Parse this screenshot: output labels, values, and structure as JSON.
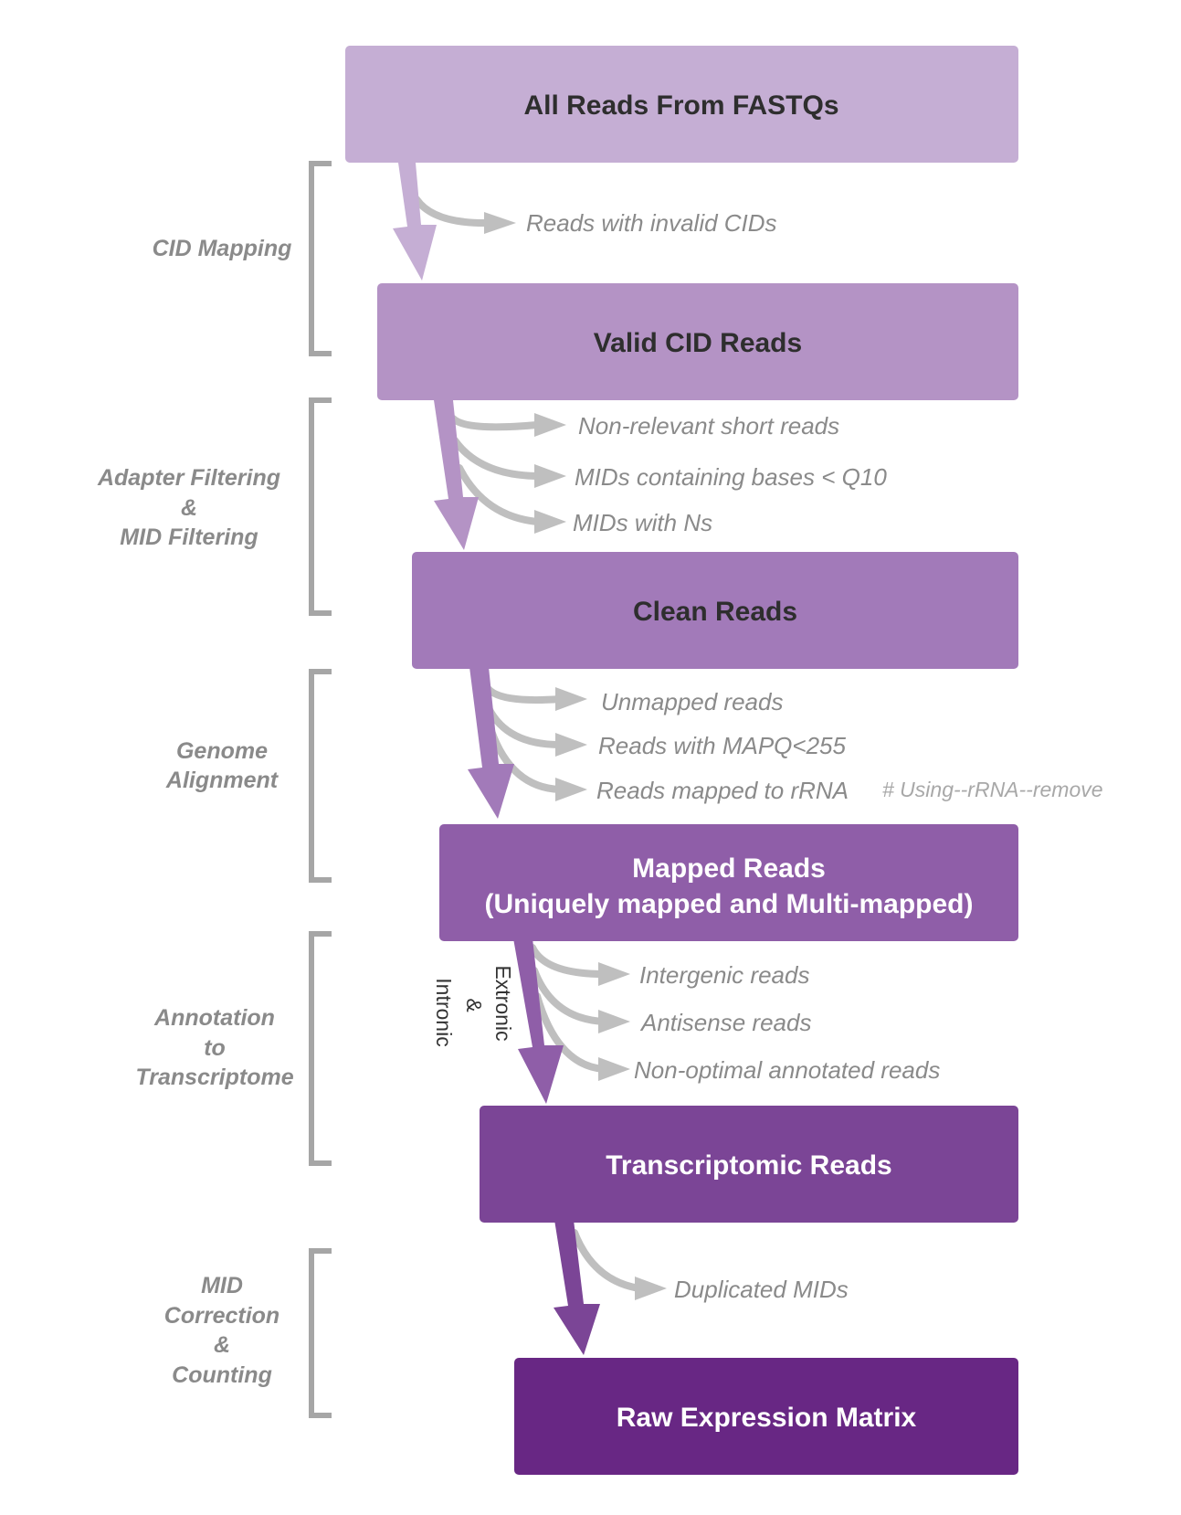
{
  "boxes": [
    {
      "title": "All Reads From FASTQs",
      "color": "#c5aed4",
      "text_color": "#2e2e2e"
    },
    {
      "title": "Valid CID Reads",
      "color": "#b493c5",
      "text_color": "#2e2e2e"
    },
    {
      "title": "Clean Reads",
      "color": "#a27ab9",
      "text_color": "#2e2e2e"
    },
    {
      "title": "Mapped Reads",
      "subtitle": "(Uniquely mapped and Multi-mapped)",
      "color": "#8f5ea8",
      "text_color": "#ffffff"
    },
    {
      "title": "Transcriptomic Reads",
      "color": "#7b4596",
      "text_color": "#ffffff"
    },
    {
      "title": "Raw Expression Matrix",
      "color": "#682784",
      "text_color": "#ffffff"
    }
  ],
  "stages": [
    {
      "lines": [
        "CID Mapping"
      ]
    },
    {
      "lines": [
        "Adapter Filtering",
        "&",
        "MID Filtering"
      ]
    },
    {
      "lines": [
        "Genome",
        "Alignment"
      ]
    },
    {
      "lines": [
        "Annotation",
        "to",
        "Transcriptome"
      ]
    },
    {
      "lines": [
        "MID",
        "Correction",
        "&",
        "Counting"
      ]
    }
  ],
  "filters": [
    {
      "label": "Reads with invalid CIDs"
    },
    {
      "label": "Non-relevant short reads"
    },
    {
      "label": "MIDs containing bases < Q10"
    },
    {
      "label": "MIDs with Ns"
    },
    {
      "label": "Unmapped reads"
    },
    {
      "label": "Reads with MAPQ<255"
    },
    {
      "label": "Reads mapped to rRNA"
    },
    {
      "label": "Intergenic reads"
    },
    {
      "label": "Antisense reads"
    },
    {
      "label": "Non-optimal annotated reads"
    },
    {
      "label": "Duplicated MIDs"
    }
  ],
  "note": "# Using--rRNA--remove",
  "side_labels": {
    "extronic": "Extronic",
    "amp": "&",
    "intronic": "Intronic"
  },
  "colors": {
    "bracket": "#a6a6a6",
    "filter_arrow": "#bfbfbf"
  }
}
